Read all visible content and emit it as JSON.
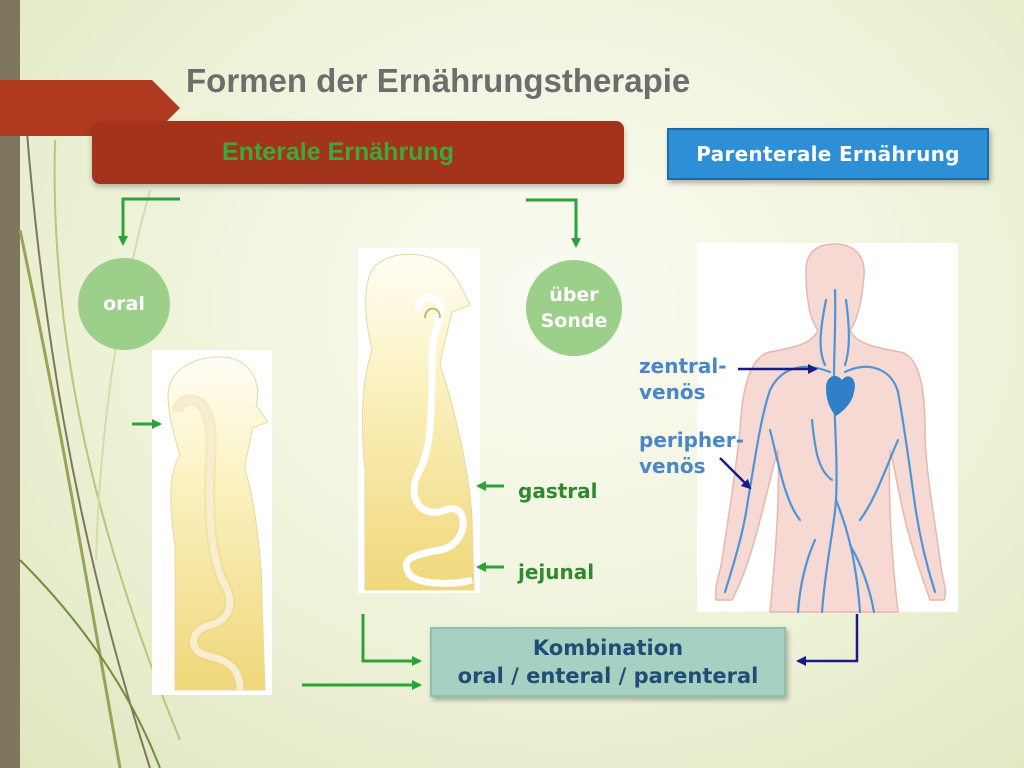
{
  "title": "Formen der Ernährungstherapie",
  "enteral": {
    "label": "Enterale Ernährung"
  },
  "parenteral": {
    "label": "Parenterale Ernährung"
  },
  "bubbles": {
    "oral": "oral",
    "sonde_line1": "über",
    "sonde_line2": "Sonde"
  },
  "labels": {
    "gastral": "gastral",
    "jejunal": "jejunal",
    "zentral_line1": "zentral-",
    "zentral_line2": "venös",
    "peripher_line1": "peripher-",
    "peripher_line2": "venös"
  },
  "kombination": {
    "line1": "Kombination",
    "line2": "oral / enteral / parenteral"
  },
  "colors": {
    "enteral_box": "#a4331b",
    "enteral_text": "#3ea93a",
    "parenteral_box": "#2d8fd5",
    "green_arrow": "#2aa43a",
    "navy_arrow": "#1a1a8c",
    "kombi_box": "#a6d1c2",
    "vein": "#4d95d6",
    "body_skin": "#f6d9d3"
  }
}
